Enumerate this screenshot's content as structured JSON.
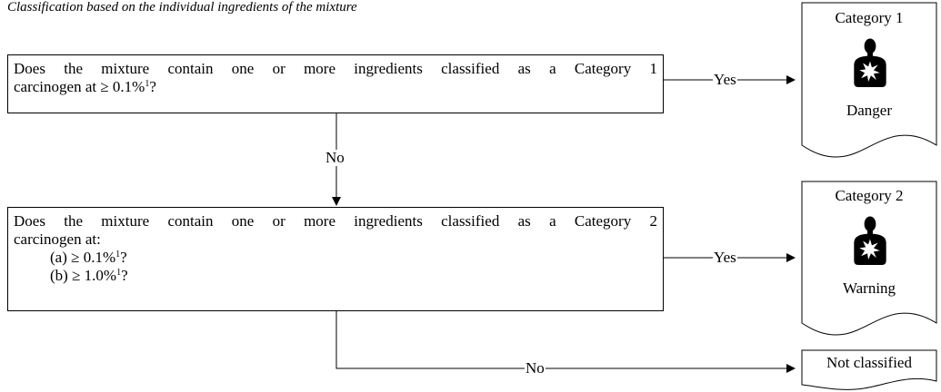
{
  "caption": "Classification based on the individual ingredients of the mixture",
  "question1": {
    "line1_words": [
      "Does",
      "the",
      "mixture",
      "contain",
      "one",
      "or",
      "more",
      "ingredients",
      "classified",
      "as",
      "a",
      "Category",
      "1"
    ],
    "line2_text": "carcinogen at ≥ 0.1%",
    "line2_sup": "1",
    "line2_end": "?"
  },
  "question2": {
    "line1_words": [
      "Does",
      "the",
      "mixture",
      "contain",
      "one",
      "or",
      "more",
      "ingredients",
      "classified",
      "as",
      "a",
      "Category",
      "2"
    ],
    "line2_text": "carcinogen at:",
    "option_a_text": "(a) ≥ 0.1%",
    "option_a_sup": "1",
    "option_a_end": "?",
    "option_b_text": "(b) ≥ 1.0%",
    "option_b_sup": "1",
    "option_b_end": "?"
  },
  "edges": {
    "yes1": "Yes",
    "no1": "No",
    "yes2": "Yes",
    "no2": "No"
  },
  "outcomes": {
    "category1": {
      "title": "Category 1",
      "signal_word": "Danger",
      "pictogram": "health-hazard-icon"
    },
    "category2": {
      "title": "Category 2",
      "signal_word": "Warning",
      "pictogram": "health-hazard-icon"
    },
    "not_classified": {
      "label": "Not classified"
    }
  },
  "colors": {
    "stroke": "#000000",
    "background": "#ffffff",
    "pictogram_fill": "#000000"
  }
}
